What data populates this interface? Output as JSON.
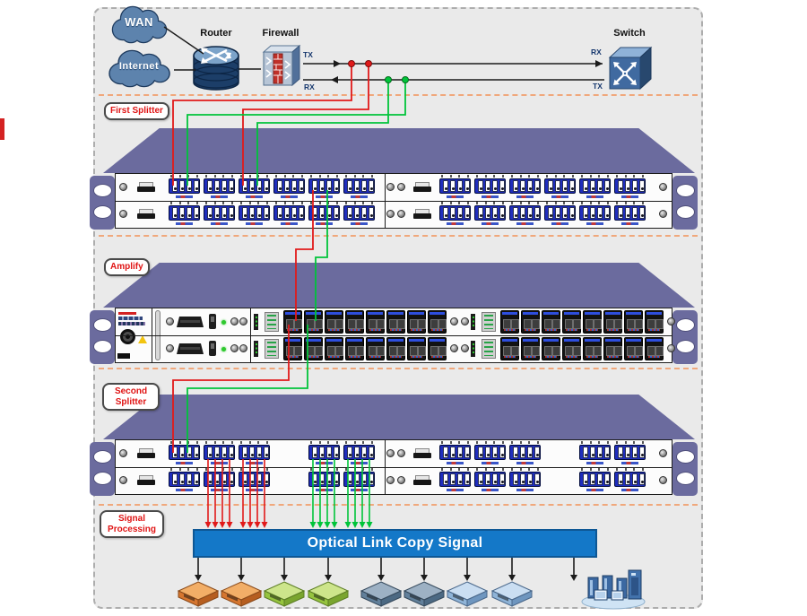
{
  "top": {
    "wan": "WAN",
    "internet": "Internet",
    "router": "Router",
    "firewall": "Firewall",
    "switch": "Switch",
    "firewall_tx": "TX",
    "firewall_rx": "RX",
    "switch_rx": "RX",
    "switch_tx": "TX"
  },
  "sections": [
    {
      "label": "First Splitter"
    },
    {
      "label": "Amplify"
    },
    {
      "label": "Second Splitter"
    },
    {
      "label": "Signal Processing"
    }
  ],
  "bar": {
    "label": "Optical Link Copy Signal"
  },
  "racks": {
    "first_splitter": {
      "rows": 2,
      "halves": 2,
      "module_slots": [
        1,
        1,
        1,
        1,
        1,
        1
      ],
      "ports_per_module": 4
    },
    "amplifier": {
      "rows": 2,
      "halves": 2,
      "sfp_modules_per_half": 8
    },
    "second_splitter": {
      "rows": 2,
      "halves": 2,
      "module_slots": [
        1,
        1,
        1,
        0,
        1,
        1
      ],
      "ports_per_module": 4
    }
  },
  "wiring": {
    "tx_tap_dots": 2,
    "rx_tap_dots": 2,
    "copy_outputs_red": 8,
    "copy_outputs_green": 8,
    "device_arrows": 9
  },
  "devices": [
    {
      "color": "orange"
    },
    {
      "color": "orange"
    },
    {
      "color": "green"
    },
    {
      "color": "green"
    },
    {
      "color": "slate"
    },
    {
      "color": "slate"
    },
    {
      "color": "blue"
    },
    {
      "color": "blue"
    }
  ],
  "icons": [
    "wan-cloud-icon",
    "internet-cloud-icon",
    "router-icon",
    "firewall-icon",
    "switch-icon",
    "computer-cluster-icon"
  ],
  "colors": {
    "line_red": "#e11a1a",
    "line_green": "#00c43a",
    "line_black": "#1b1b1b",
    "rack_purple": "#6b6b9e",
    "module_blue": "#1f2dbe",
    "bar_blue": "#1478c8",
    "separator_orange": "#f0a87c",
    "label_red": "#e01414",
    "device_palette": {
      "orange": {
        "top": "#f2ae67",
        "front": "#d6762f",
        "side": "#b65e20",
        "stroke": "#8a4a1a"
      },
      "green": {
        "top": "#cde58b",
        "front": "#96c43f",
        "side": "#7aa52f",
        "stroke": "#5c7d24"
      },
      "slate": {
        "top": "#9db1c4",
        "front": "#62809b",
        "side": "#4c6983",
        "stroke": "#35495c"
      },
      "blue": {
        "top": "#cadef2",
        "front": "#8fb4d8",
        "side": "#6f96bf",
        "stroke": "#49678a"
      }
    }
  }
}
